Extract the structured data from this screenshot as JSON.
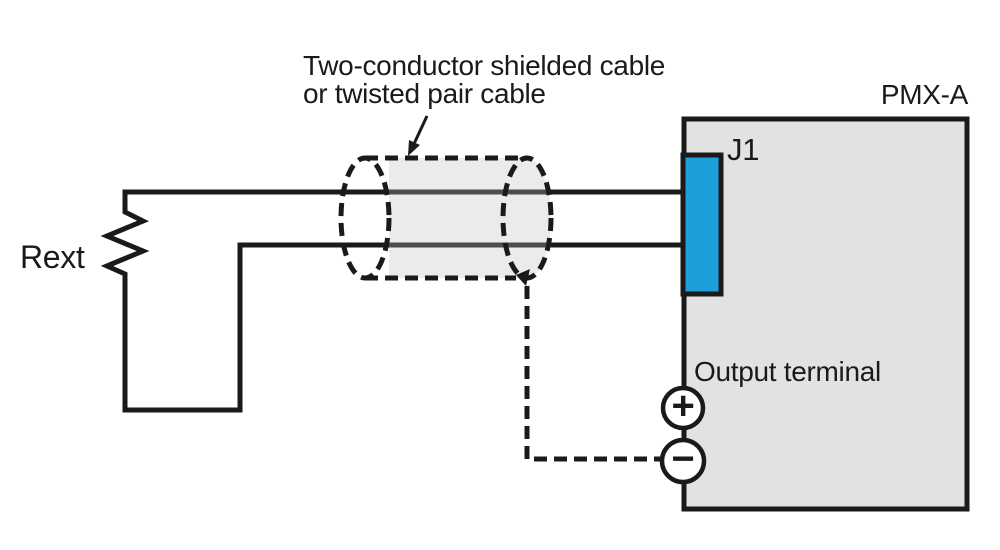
{
  "diagram": {
    "cable_label": {
      "line1": "Two-conductor shielded cable",
      "line2": "or twisted pair cable"
    },
    "device": {
      "name": "PMX-A",
      "connector": "J1",
      "output_terminal": "Output terminal"
    },
    "resistor": {
      "label": "Rext"
    },
    "terminals": {
      "plus": "+",
      "minus": "−"
    },
    "colors": {
      "connector_blue": "#1C9FDB",
      "device_fill": "#E2E2E2",
      "cable_fill": "#EBEBEB",
      "wire_dark": "#4D4D4D",
      "line": "#1A1A1A"
    }
  }
}
